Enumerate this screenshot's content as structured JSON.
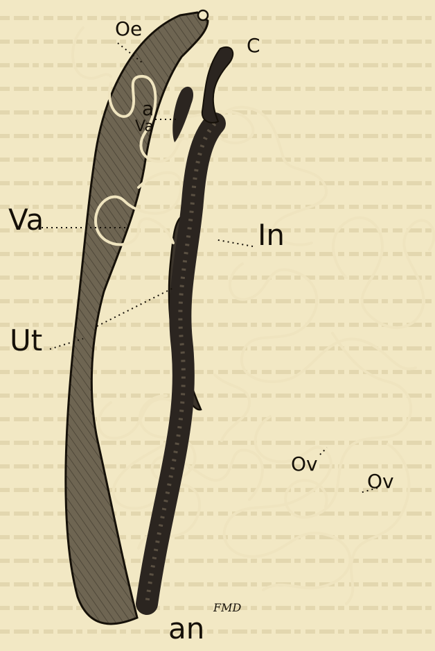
{
  "figure": {
    "labels": {
      "oe": "Oe",
      "c": "C",
      "a": "a",
      "va_small": "Va",
      "va": "Va",
      "in": "In",
      "ut": "Ut",
      "ov_inner": "Ov",
      "ov_outer": "Ov",
      "an": "an",
      "signature": "FMD"
    },
    "colors": {
      "paper": "#f2e8c4",
      "ink": "#151008",
      "body_fill": "#6e6552",
      "intestine": "#2b2520",
      "tube_fill": "#efe4bf"
    }
  }
}
